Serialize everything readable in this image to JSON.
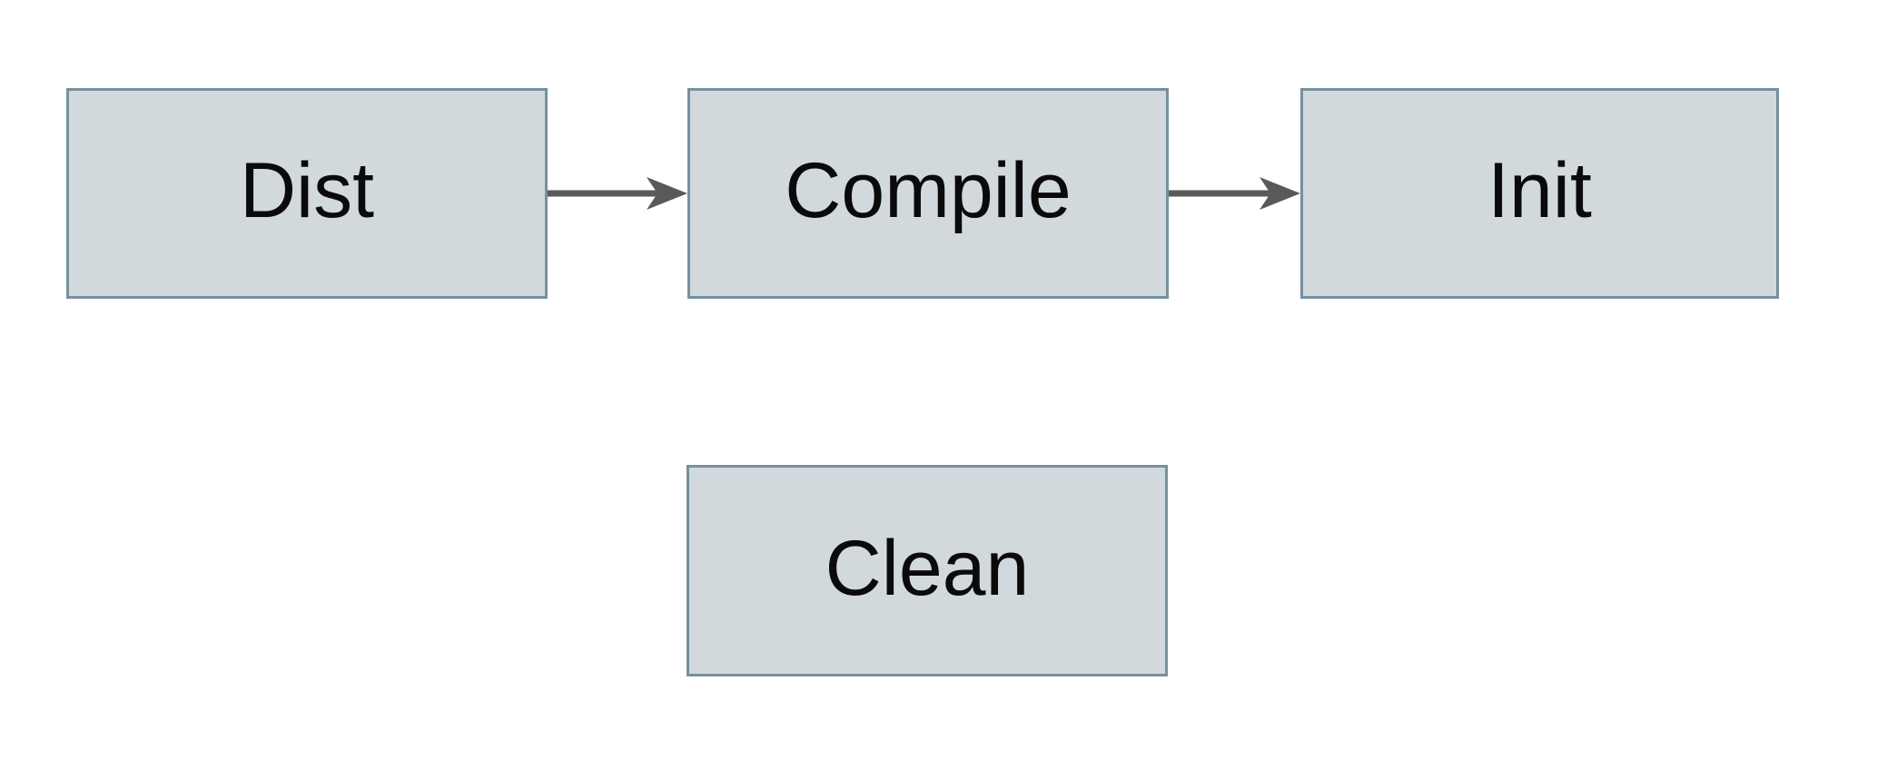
{
  "diagram": {
    "type": "flowchart",
    "background": "#ffffff",
    "colors": {
      "node_fill": "#d2d9dd",
      "node_border": "#76909e",
      "arrow": "#595959",
      "text": "#0a0a0a"
    },
    "nodes": [
      {
        "id": "dist",
        "label": "Dist"
      },
      {
        "id": "compile",
        "label": "Compile"
      },
      {
        "id": "init",
        "label": "Init"
      },
      {
        "id": "clean",
        "label": "Clean"
      }
    ],
    "edges": [
      {
        "from": "Dist",
        "to": "Compile",
        "style": "solid-arrow"
      },
      {
        "from": "Compile",
        "to": "Init",
        "style": "solid-arrow"
      }
    ]
  }
}
